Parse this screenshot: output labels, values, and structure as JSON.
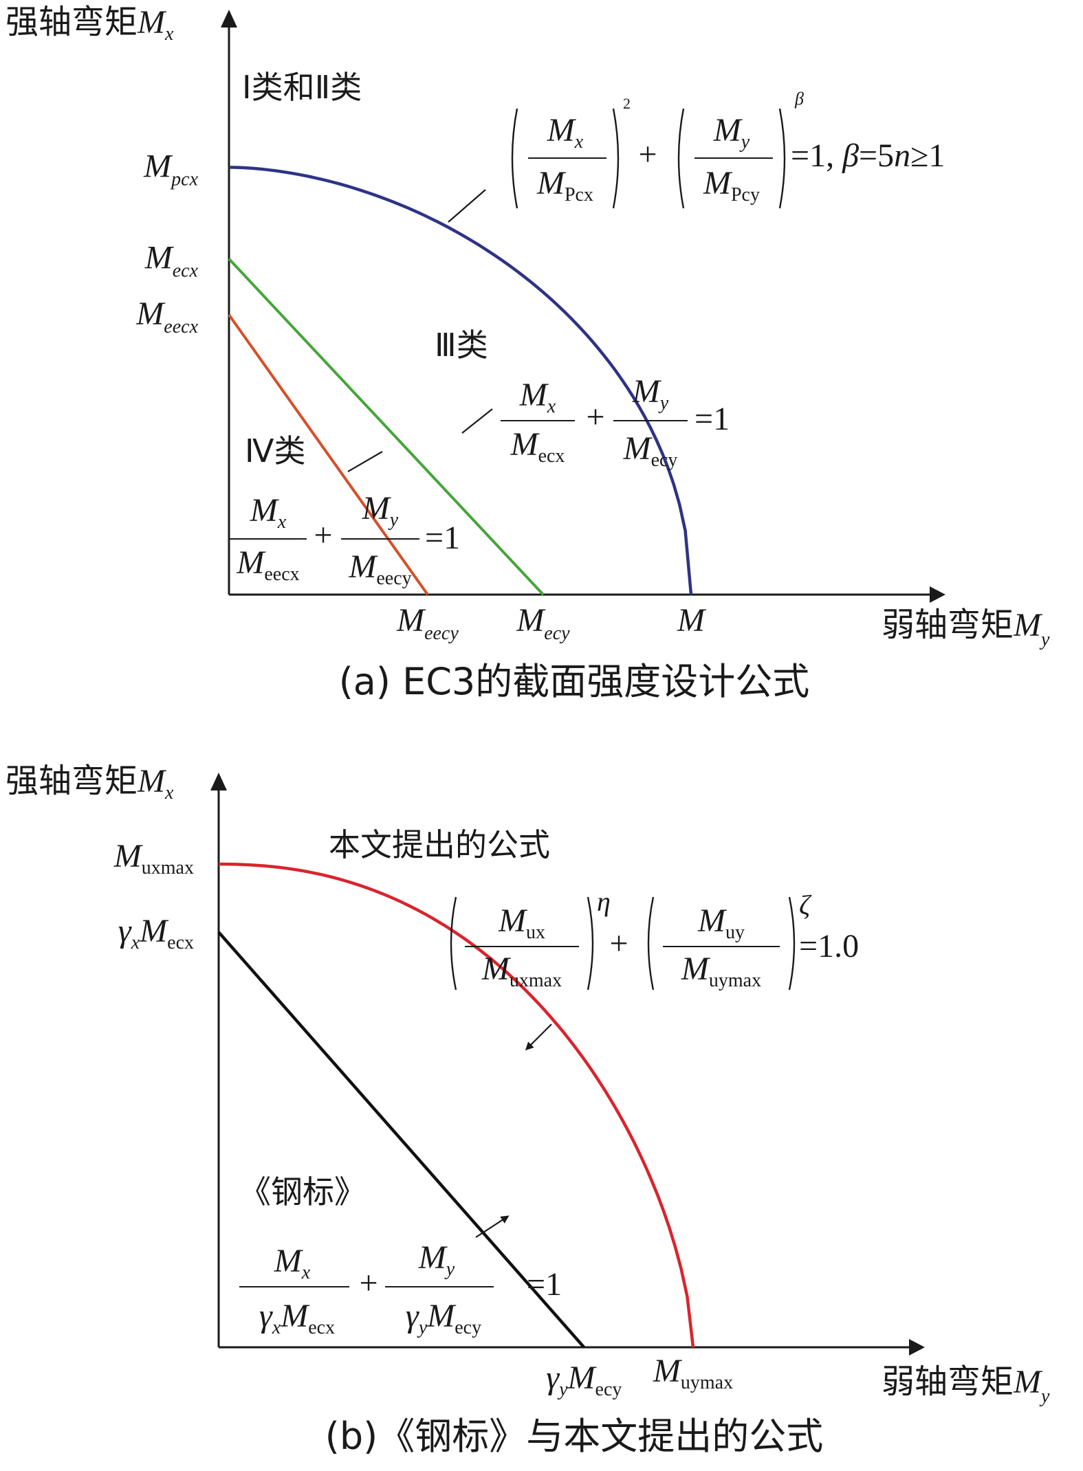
{
  "chart_data": [
    {
      "panel": "a",
      "type": "line",
      "caption": "(a) EC3的截面强度设计公式",
      "xlabel": "弱轴弯矩",
      "xlabel_symbol": "M",
      "xlabel_sub": "y",
      "ylabel": "强轴弯矩",
      "ylabel_symbol": "M",
      "ylabel_sub": "x",
      "xlim": [
        0,
        1.11
      ],
      "ylim": [
        0,
        1.05
      ],
      "y_ticks": [
        {
          "value": 0.84,
          "main": "M",
          "sub": "pcx"
        },
        {
          "value": 0.66,
          "main": "M",
          "sub": "ecx"
        },
        {
          "value": 0.55,
          "main": "M",
          "sub": "eecx"
        }
      ],
      "x_ticks": [
        {
          "value": 0.43,
          "main": "M",
          "sub": "eecy"
        },
        {
          "value": 0.68,
          "main": "M",
          "sub": "ecy"
        },
        {
          "value": 1.0,
          "main": "M",
          "sub": ""
        }
      ],
      "series": [
        {
          "color": "#2e3384",
          "curve": "power",
          "x_max": 1.0,
          "y_max": 0.84,
          "exp_x": 1.8,
          "exp_y": 2
        },
        {
          "color": "#45a53a",
          "curve": "linear",
          "x_max": 0.68,
          "y_max": 0.66
        },
        {
          "color": "#d4502a",
          "curve": "linear",
          "x_max": 0.43,
          "y_max": 0.55
        }
      ],
      "annotations": {
        "class12": "Ⅰ类和Ⅱ类",
        "class3": "Ⅲ类",
        "class4": "Ⅳ类",
        "formula_12": {
          "num1": "M",
          "num1_sub": "x",
          "den1": "M",
          "den1_sub": "Pcx",
          "exp1": "2",
          "plus": "+",
          "num2": "M",
          "num2_sub": "y",
          "den2": "M",
          "den2_sub": "Pcy",
          "exp2": "β",
          "rhs": "=1, ",
          "rhs_beta": "β",
          "rhs_eq": "=5",
          "rhs_n": "n",
          "rhs_end": "≥1"
        },
        "formula_3": {
          "num1": "M",
          "num1_sub": "x",
          "den1": "M",
          "den1_sub": "ecx",
          "plus": "+",
          "num2": "M",
          "num2_sub": "y",
          "den2": "M",
          "den2_sub": "ecy",
          "rhs": "=1"
        },
        "formula_4": {
          "num1": "M",
          "num1_sub": "x",
          "den1": "M",
          "den1_sub": "eecx",
          "plus": "+",
          "num2": "M",
          "num2_sub": "y",
          "den2": "M",
          "den2_sub": "eecy",
          "rhs": "=1"
        }
      }
    },
    {
      "panel": "b",
      "type": "line",
      "caption": "(b)《钢标》与本文提出的公式",
      "xlabel": "弱轴弯矩",
      "xlabel_symbol": "M",
      "xlabel_sub": "y",
      "ylabel": "强轴弯矩",
      "ylabel_symbol": "M",
      "ylabel_sub": "x",
      "xlim": [
        0,
        1.19
      ],
      "ylim": [
        0,
        1.0
      ],
      "y_ticks": [
        {
          "value": 0.71,
          "pre": "",
          "pre_sub": "",
          "main": "M",
          "sub": "uxmax"
        },
        {
          "value": 0.61,
          "pre": "γ",
          "pre_sub": "x",
          "main": "M",
          "sub": "ecx"
        }
      ],
      "x_ticks": [
        {
          "value": 0.77,
          "pre": "γ",
          "pre_sub": "y",
          "main": "M",
          "sub": "ecy"
        },
        {
          "value": 1.0,
          "pre": "",
          "pre_sub": "",
          "main": "M",
          "sub": "uymax"
        }
      ],
      "series": [
        {
          "color": "#d9242e",
          "curve": "power",
          "x_max": 1.0,
          "y_max": 0.71,
          "exp_x": 2.2,
          "exp_y": 1.6
        },
        {
          "color": "#111111",
          "curve": "linear",
          "x_max": 0.77,
          "y_max": 0.61
        }
      ],
      "annotations": {
        "proposed": "本文提出的公式",
        "gb": "《钢标》",
        "formula_proposed": {
          "num1": "M",
          "num1_sub": "ux",
          "den1": "M",
          "den1_sub": "uxmax",
          "exp1": "η",
          "plus": "+",
          "num2": "M",
          "num2_sub": "uy",
          "den2": "M",
          "den2_sub": "uymax",
          "exp2": "ζ",
          "rhs": "=1.0"
        },
        "formula_gb": {
          "num1": "M",
          "num1_sub": "x",
          "den1_pre": "γ",
          "den1_pre_sub": "x",
          "den1": "M",
          "den1_sub": "ecx",
          "plus": "+",
          "num2": "M",
          "num2_sub": "y",
          "den2_pre": "γ",
          "den2_pre_sub": "y",
          "den2": "M",
          "den2_sub": "ecy",
          "rhs": "=1"
        }
      }
    }
  ]
}
